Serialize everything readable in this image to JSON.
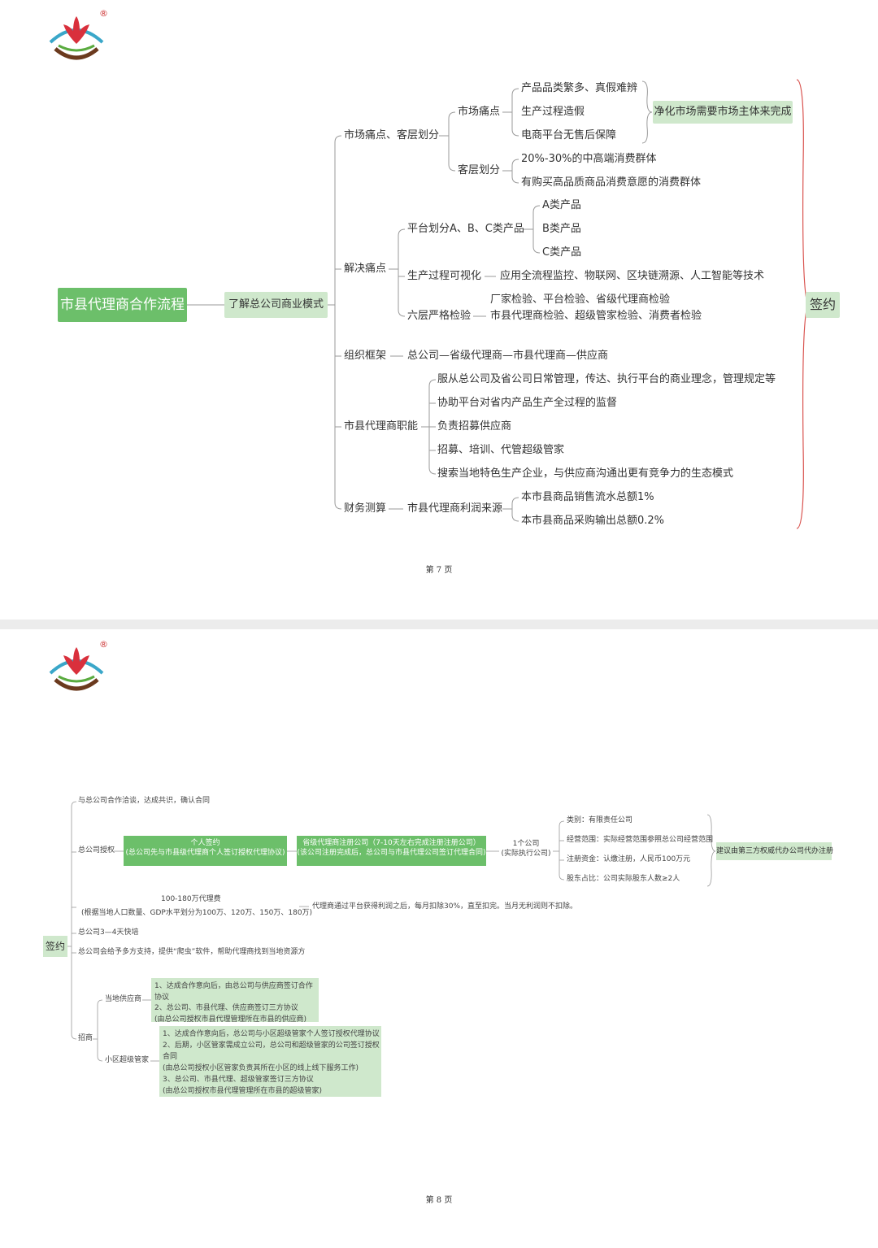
{
  "page7": {
    "root": "市县代理商合作流程",
    "center": "了解总公司商业模式",
    "sign": "签约",
    "branches": {
      "market": {
        "label": "市场痛点、客层划分",
        "pain": {
          "label": "市场痛点",
          "items": [
            "产品品类繁多、真假难辨",
            "生产过程造假",
            "电商平台无售后保障"
          ],
          "conclusion": "净化市场需要市场主体来完成"
        },
        "segment": {
          "label": "客层划分",
          "items": [
            "20%-30%的中高端消费群体",
            "有购买高品质商品消费意愿的消费群体"
          ]
        }
      },
      "solve": {
        "label": "解决痛点",
        "platform": {
          "label": "平台划分A、B、C类产品",
          "items": [
            "A类产品",
            "B类产品",
            "C类产品"
          ]
        },
        "visual": {
          "label": "生产过程可视化",
          "detail": "应用全流程监控、物联网、区块链溯源、人工智能等技术"
        },
        "inspect": {
          "label": "六层严格检验",
          "line1": "厂家检验、平台检验、省级代理商检验",
          "line2": "市县代理商检验、超级管家检验、消费者检验"
        }
      },
      "org": {
        "label": "组织框架",
        "detail": "总公司—省级代理商—市县代理商—供应商"
      },
      "duty": {
        "label": "市县代理商职能",
        "items": [
          "服从总公司及省公司日常管理，传达、执行平台的商业理念，管理规定等",
          "协助平台对省内产品生产全过程的监督",
          "负责招募供应商",
          "招募、培训、代管超级管家",
          "搜索当地特色生产企业，与供应商沟通出更有竞争力的生态模式"
        ]
      },
      "finance": {
        "label": "财务测算",
        "sub": "市县代理商利润来源",
        "items": [
          "本市县商品销售流水总额1%",
          "本市县商品采购输出总额0.2%"
        ]
      }
    },
    "page_number": "第 7 页"
  },
  "page8": {
    "root": "签约",
    "n1": "与总公司合作洽谈，达成共识，确认合同",
    "auth": {
      "label": "总公司授权",
      "box1_line1": "个人签约",
      "box1_line2": "(总公司先与市县级代理商个人签订授权代理协议)",
      "box2_line1": "省级代理商注册公司（7-10天左右完成注册注册公司）",
      "box2_line2": "(该公司注册完成后，总公司与市县代理公司签订代理合同)",
      "company_line1": "1个公司",
      "company_line2": "(实际执行公司)",
      "details": [
        "类别：有限责任公司",
        "经营范围：实际经营范围参照总公司经营范围",
        "注册资金：认缴注册，人民币100万元",
        "股东占比：公司实际股东人数≥2人"
      ],
      "suggest": "建议由第三方权威代办公司代办注册"
    },
    "fee": {
      "line1": "100-180万代理费",
      "line2": "(根据当地人口数量、GDP水平划分为100万、120万、150万、180万)",
      "detail": "代理商通过平台获得利润之后，每月扣除30%，直至扣完。当月无利润则不扣除。"
    },
    "train": "总公司3—4天快培",
    "support": "总公司会给予多方支持，提供“爬虫”软件，帮助代理商找到当地资源方",
    "recruit": {
      "label": "招商",
      "local": {
        "label": "当地供应商",
        "lines": [
          "1、达成合作意向后，由总公司与供应商签订合作协议",
          "2、总公司、市县代理、供应商签订三方协议",
          "(由总公司授权市县代理管理所在市县的供应商)"
        ]
      },
      "steward": {
        "label": "小区超级管家",
        "lines": [
          "1、达成合作意向后，总公司与小区超级管家个人签订授权代理协议",
          "2、后期，小区管家需成立公司，总公司和超级管家的公司签订授权合同",
          "(由总公司授权小区管家负责其所在小区的线上线下服务工作)",
          "3、总公司、市县代理、超级管家签订三方协议",
          "(由总公司授权市县代理管理所在市县的超级管家)"
        ]
      }
    },
    "page_number": "第 8 页"
  },
  "colors": {
    "green_light": "#cfe8cc",
    "green_dark": "#6cbf6a",
    "brace_red": "#d9534f",
    "line_gray": "#999999"
  },
  "icons": {
    "logo": "flower-logo-icon",
    "registered": "®"
  }
}
